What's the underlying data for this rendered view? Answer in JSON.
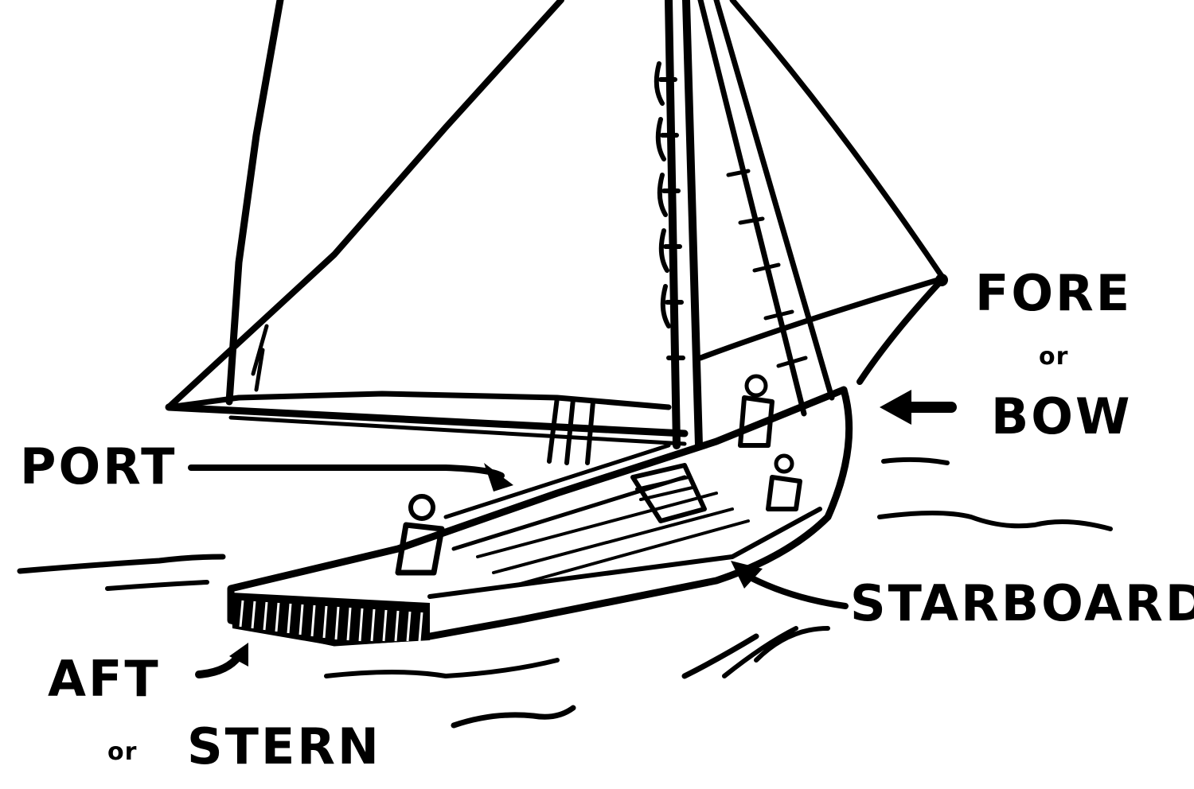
{
  "labels": {
    "fore": "FORE",
    "fore_or": "or",
    "bow": "BOW",
    "port": "PORT",
    "starboard": "STARBOARD",
    "aft": "AFT",
    "aft_or": "or",
    "stern": "STERN"
  },
  "colors": {
    "ink": "#000000",
    "paper": "#ffffff"
  }
}
